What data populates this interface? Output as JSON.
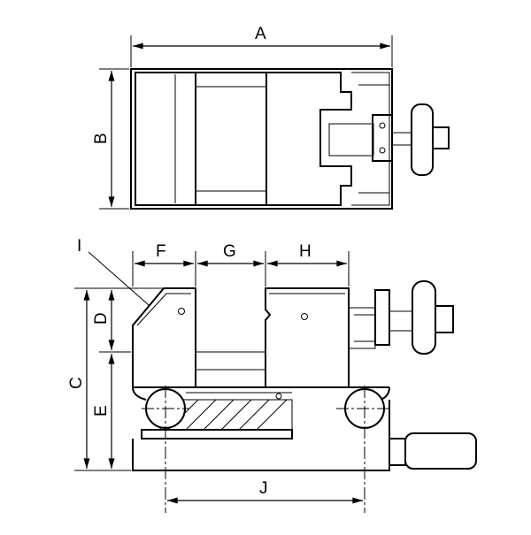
{
  "labels": {
    "A": "A",
    "B": "B",
    "C": "C",
    "D": "D",
    "E": "E",
    "F": "F",
    "G": "G",
    "H": "H",
    "I": "I",
    "J": "J"
  }
}
